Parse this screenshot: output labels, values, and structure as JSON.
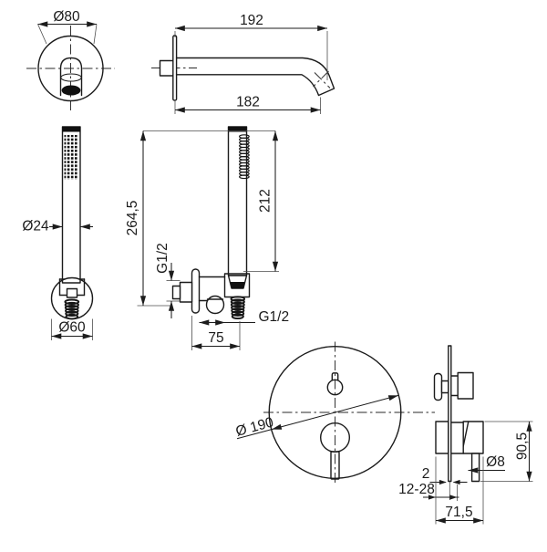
{
  "views": {
    "spout_front": {
      "label_diameter": "Ø80"
    },
    "spout_side": {
      "label_total_length": "192",
      "label_spout_length": "182"
    },
    "hand_shower_front": {
      "label_handle_diameter": "Ø24",
      "label_holder_diameter": "Ø60"
    },
    "hand_shower_side": {
      "label_total_height": "264,5",
      "label_handle_height": "212",
      "label_wall_thread": "G1/2",
      "label_hose_thread": "G1/2",
      "label_wall_to_hose": "75"
    },
    "mixer_front": {
      "label_plate_diameter": "Ø 190"
    },
    "mixer_side": {
      "label_plate_thickness": "2",
      "label_wall_depth_range": "12-28",
      "label_depth": "71,5",
      "label_height": "90,5",
      "label_lever_diameter": "Ø8"
    }
  },
  "colors": {
    "line": "#1b1b1b",
    "background": "#ffffff"
  }
}
